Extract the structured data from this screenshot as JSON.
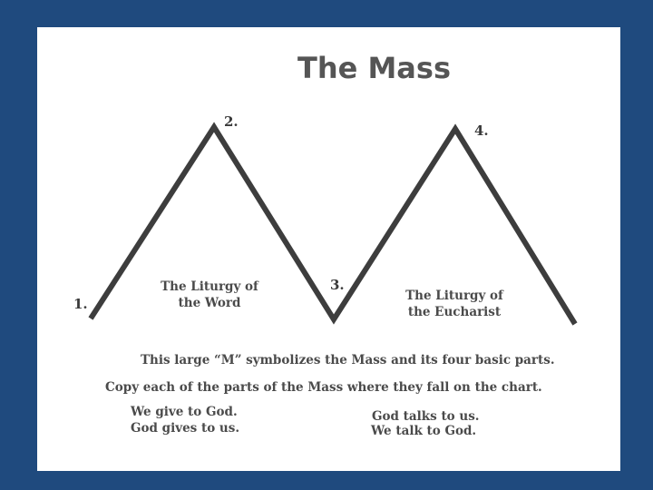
{
  "title": "The Mass",
  "points": [
    "1.",
    "2.",
    "3.",
    "4."
  ],
  "labels": {
    "word_line1": "The Liturgy of",
    "word_line2": "the Word",
    "eucharist_line1": "The Liturgy of",
    "eucharist_line2": "the Eucharist"
  },
  "instructions": {
    "line1": "This large “M” symbolizes the Mass and its four basic parts.",
    "line2": "Copy each of the parts of the Mass where they fall on the chart."
  },
  "phrases": {
    "left_1": "We give to God.",
    "left_2": "God gives to us.",
    "right_1": "God talks to us.",
    "right_2": "We talk to God."
  },
  "colors": {
    "background": "#1f4a7e",
    "sheet": "#ffffff",
    "stroke": "#3d3d3d",
    "text": "#4a4a4a"
  }
}
